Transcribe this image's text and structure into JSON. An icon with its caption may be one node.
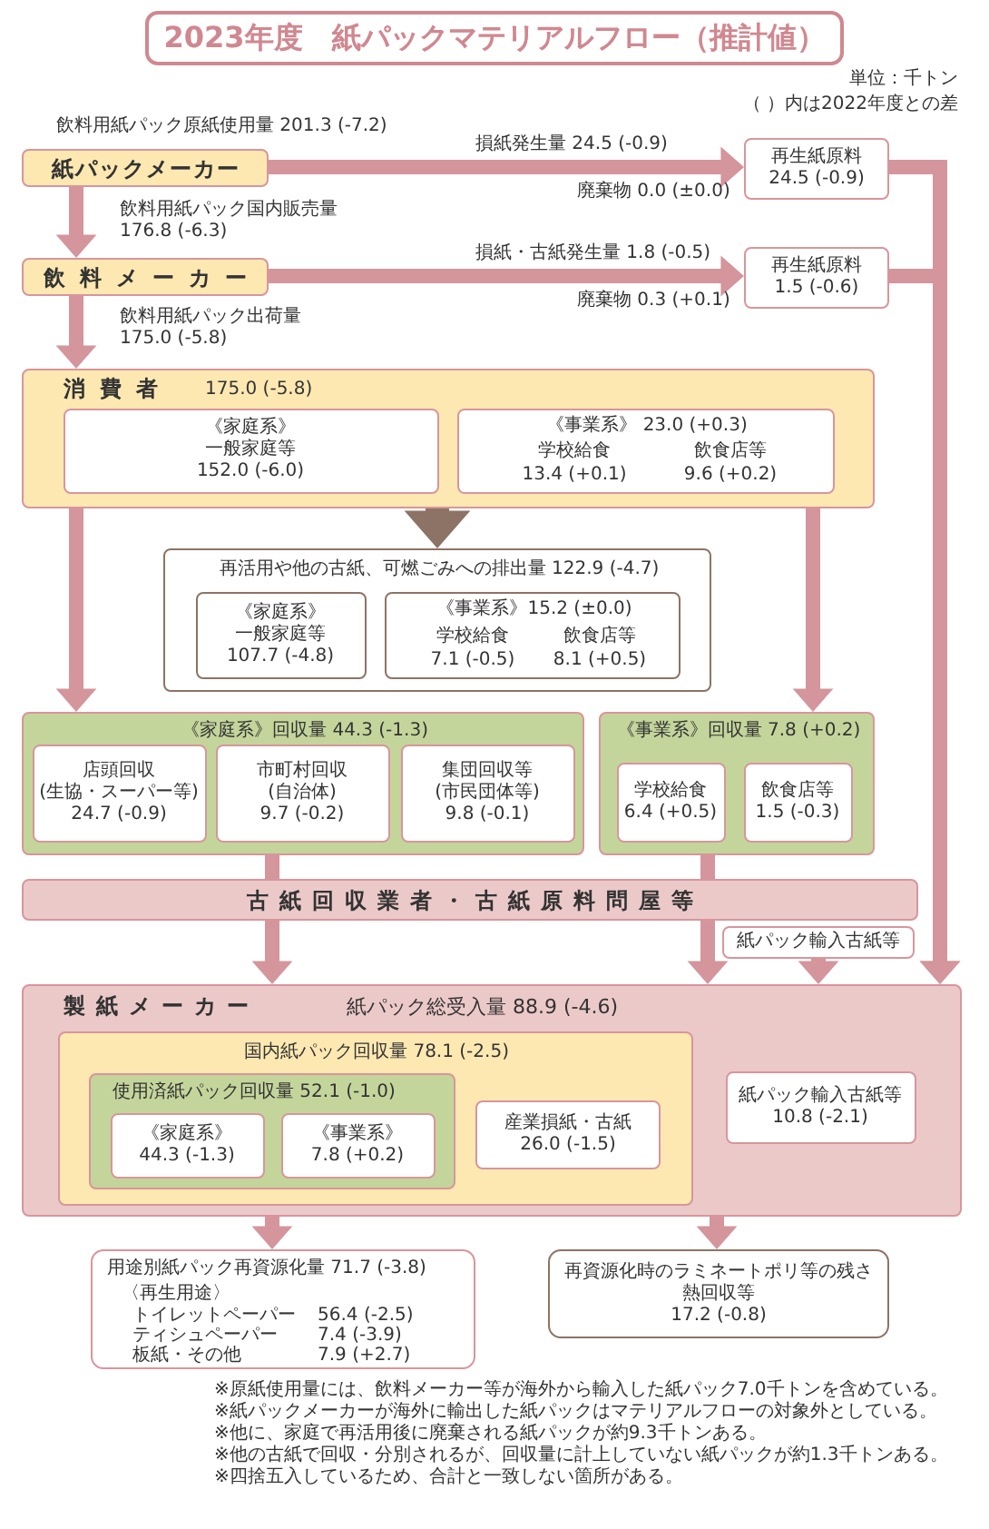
{
  "diagram": {
    "title": "2023年度　紙パックマテリアルフロー（推計値）",
    "nodes": [
      {
        "text": [
          "紙パックメーカー"
        ],
        "beside": [
          "飲料用紙パック原紙使用量 201.3 (-7.2)"
        ]
      },
      {
        "text": [
          "飲料メーカー"
        ]
      },
      {
        "text": [
          "再生紙原料",
          "24.5 (-0.9)"
        ]
      },
      {
        "text": [
          "再生紙原料",
          "1.5 (-0.6)"
        ]
      },
      {
        "text": [
          "消費者",
          "175.0 (-5.8)"
        ]
      },
      {
        "text": [
          "《家庭系》",
          "一般家庭等",
          "152.0 (-6.0)"
        ],
        "in": 4
      },
      {
        "text": [
          "《事業系》 23.0 (+0.3)",
          "学校給食",
          "13.4 (+0.1)",
          "飲食店等",
          "9.6 (+0.2)"
        ],
        "in": 4
      },
      {
        "text": [
          "再活用や他の古紙、可燃ごみへの排出量 122.9 (-4.7)"
        ]
      },
      {
        "text": [
          "《家庭系》",
          "一般家庭等",
          "107.7 (-4.8)"
        ],
        "in": 7
      },
      {
        "text": [
          "《事業系》15.2 (±0.0)",
          "学校給食",
          "7.1 (-0.5)",
          "飲食店等",
          "8.1 (+0.5)"
        ],
        "in": 7
      },
      {
        "text": [
          "《家庭系》回収量 44.3 (-1.3)"
        ]
      },
      {
        "text": [
          "店頭回収",
          "(生協・スーパー等)",
          "24.7 (-0.9)"
        ],
        "in": 10
      },
      {
        "text": [
          "市町村回収",
          "(自治体)",
          "9.7 (-0.2)"
        ],
        "in": 10
      },
      {
        "text": [
          "集団回収等",
          "(市民団体等)",
          "9.8 (-0.1)"
        ],
        "in": 10
      },
      {
        "text": [
          "《事業系》回収量 7.8 (+0.2)"
        ]
      },
      {
        "text": [
          "学校給食",
          "6.4 (+0.5)"
        ],
        "in": 14
      },
      {
        "text": [
          "飲食店等",
          "1.5 (-0.3)"
        ],
        "in": 14
      },
      {
        "text": [
          "古紙回収業者・古紙原料問屋等"
        ]
      },
      {
        "text": [
          "紙パック輸入古紙等"
        ]
      },
      {
        "text": [
          "製紙メーカー",
          "紙パック総受入量 88.9 (-4.6)"
        ]
      },
      {
        "text": [
          "国内紙パック回収量 78.1 (-2.5)"
        ],
        "in": 19
      },
      {
        "text": [
          "使用済紙パック回収量 52.1 (-1.0)"
        ],
        "in": 20
      },
      {
        "text": [
          "《家庭系》",
          "44.3 (-1.3)"
        ],
        "in": 21
      },
      {
        "text": [
          "《事業系》",
          "7.8 (+0.2)"
        ],
        "in": 21
      },
      {
        "text": [
          "産業損紙・古紙",
          "26.0 (-1.5)"
        ],
        "in": 20
      },
      {
        "text": [
          "紙パック輸入古紙等",
          "10.8 (-2.1)"
        ],
        "in": 19
      },
      {
        "text": [
          "用途別紙パック再資源化量 71.7 (-3.8)",
          "〈再生用途〉",
          "トイレットペーパー",
          "56.4 (-2.5)",
          "ティシュペーパー",
          "7.4 (-3.9)",
          "板紙・その他",
          "7.9 (+2.7)"
        ]
      },
      {
        "text": [
          "再資源化時のラミネートポリ等の残さ",
          "熱回収等",
          "17.2 (-0.8)"
        ]
      }
    ],
    "edges": [
      {
        "from": 0,
        "to": 1,
        "arrow": "to",
        "label": "飲料用紙パック国内販売量 176.8 (-6.3)"
      },
      {
        "from": 0,
        "to": 2,
        "arrow": "to",
        "label": "損紙発生量 24.5 (-0.9)"
      },
      {
        "from": 1,
        "to": 3,
        "arrow": "to",
        "label": "損紙・古紙発生量 1.8 (-0.5)"
      },
      {
        "from": 1,
        "to": 4,
        "arrow": "to",
        "label": "飲料用紙パック出荷量 175.0 (-5.8)"
      },
      {
        "from": 4,
        "to": 7,
        "arrow": "to",
        "style": "thick",
        "color": "#8d7365"
      },
      {
        "from": 4,
        "to": 10,
        "arrow": "to"
      },
      {
        "from": 4,
        "to": 14,
        "arrow": "to"
      },
      {
        "from": 10,
        "to": 17,
        "arrow": "none"
      },
      {
        "from": 14,
        "to": 17,
        "arrow": "none"
      },
      {
        "from": 17,
        "to": 19,
        "arrow": "to"
      },
      {
        "from": 17,
        "to": 19,
        "arrow": "to"
      },
      {
        "from": 18,
        "to": 19,
        "arrow": "to"
      },
      {
        "from": 2,
        "to": 19,
        "arrow": "to"
      },
      {
        "from": 3,
        "to": 19,
        "arrow": "to"
      },
      {
        "from": 19,
        "to": 26,
        "arrow": "to"
      },
      {
        "from": 19,
        "to": 27,
        "arrow": "to"
      }
    ],
    "labels": [
      "単位：千トン",
      "（ ）内は2022年度との差",
      "廃棄物 0.0 (±0.0)",
      "廃棄物 0.3 (+0.1)",
      "※原紙使用量には、飲料メーカー等が海外から輸入した紙パック7.0千トンを含めている。",
      "※紙パックメーカーが海外に輸出した紙パックはマテリアルフローの対象外としている。",
      "※他に、家庭で再活用後に廃棄される紙パックが約9.3千トンある。",
      "※他の古紙で回収・分別されるが、回収量に計上していない紙パックが約1.3千トンある。",
      "※四捨五入しているため、合計と一致しない箇所がある。"
    ]
  }
}
